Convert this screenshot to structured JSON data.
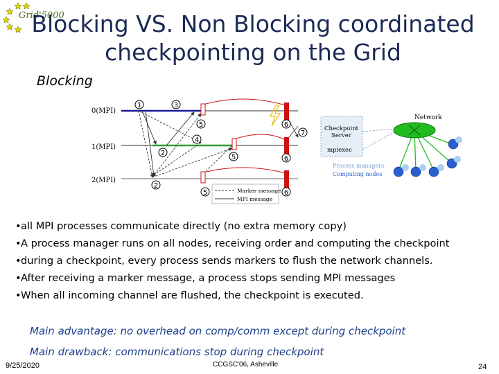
{
  "logo": {
    "text": "Grid'5000"
  },
  "title": {
    "line1": "Blocking VS. Non Blocking coordinated",
    "line2": "checkpointing on the Grid"
  },
  "subtitle": "Blocking",
  "diagram": {
    "process_labels": [
      "0(MPI)",
      "1(MPI)",
      "2(MPI)"
    ],
    "step_numbers": [
      "1",
      "3",
      "5",
      "6",
      "7",
      "4",
      "2",
      "5",
      "6",
      "2",
      "5",
      "6"
    ],
    "legend": {
      "marker": "Marker message",
      "mpi": "MPI message"
    },
    "network": {
      "title": "Network",
      "server_label_1": "Checkpoint",
      "server_label_2": "Server",
      "mpiexec_label": "mpiexec",
      "legend_managers": "Process managers",
      "legend_nodes": "Computing nodes"
    }
  },
  "bullets": [
    "all MPI processes communicate directly (no extra memory copy)",
    "A process manager runs on all nodes, receiving order and computing the checkpoint",
    "during a checkpoint, every process sends markers to flush the network channels.",
    "After receiving a marker message, a process stops sending MPI messages",
    "When all incoming channel are flushed, the checkpoint is executed."
  ],
  "notes": {
    "advantage": "Main advantage: no overhead on comp/comm except during checkpoint",
    "drawback": "Main drawback: communications stop during checkpoint"
  },
  "footer": {
    "date": "9/25/2020",
    "venue": "CCGSC'06, Asheville",
    "page": "24"
  },
  "colors": {
    "title": "#1a2a55",
    "note": "#1c3f8c",
    "process0": "#1a1a99",
    "process1": "#2c9e2c",
    "process2": "#666666",
    "checkpoint": "#cc1111",
    "network": "#22bb22",
    "node": "#2a5fd0"
  }
}
